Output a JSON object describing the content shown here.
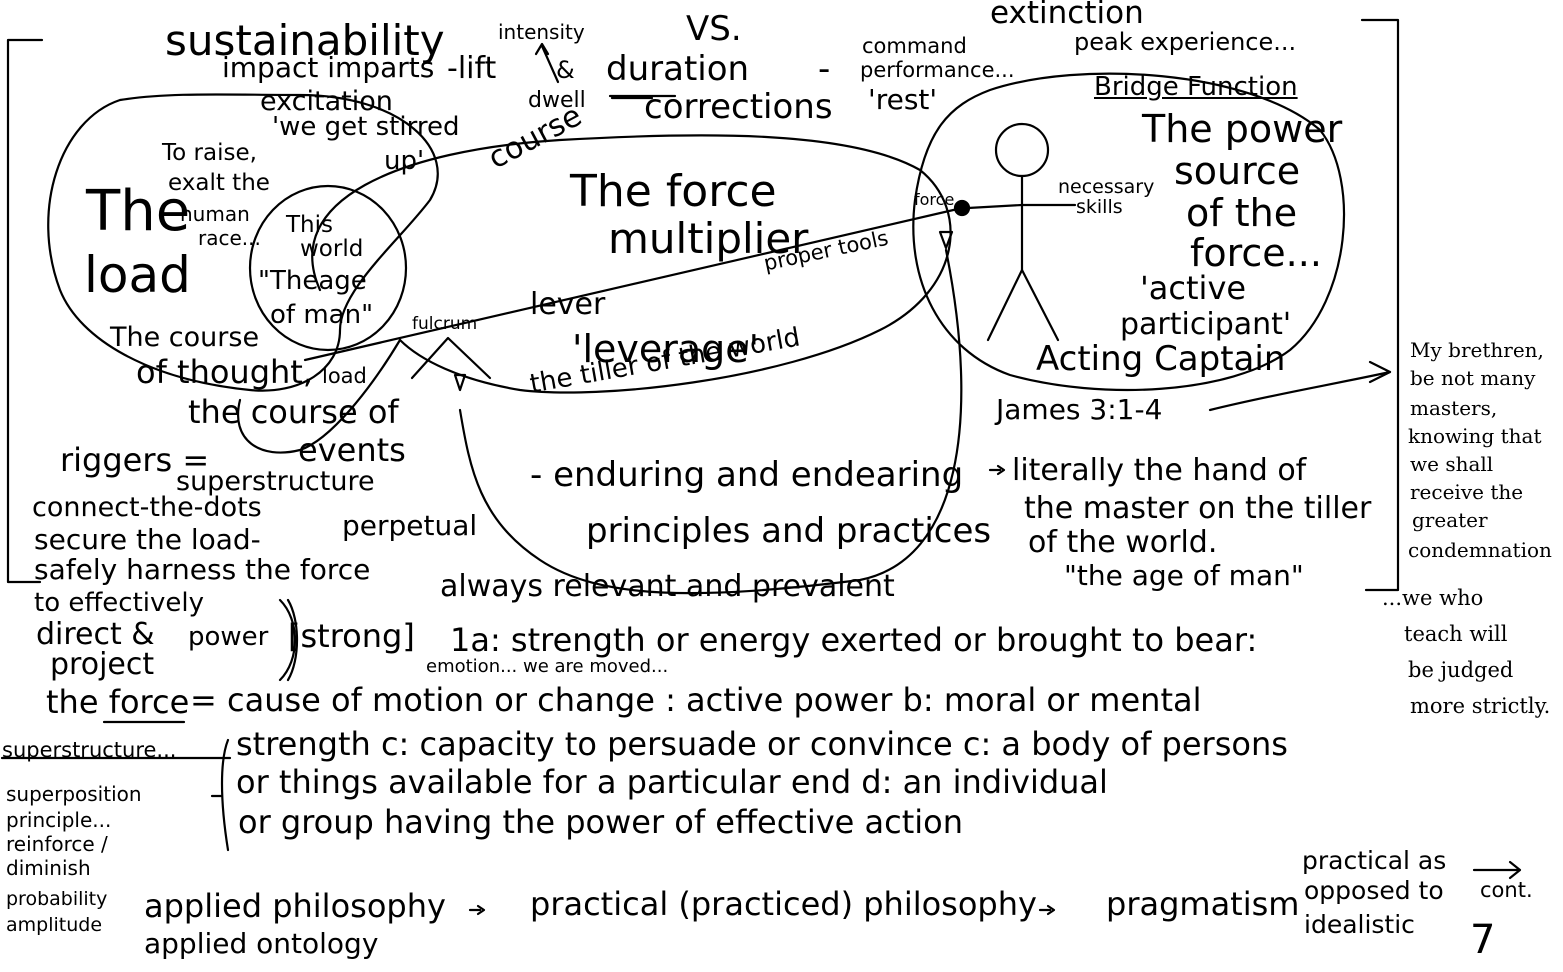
{
  "header": {
    "extinction": "extinction",
    "sustainability": "sustainability",
    "intensity": "intensity",
    "vs": "VS.",
    "command": "command",
    "peak_experience": "peak experience...",
    "performance": "performance...",
    "impact_imparts": "impact imparts",
    "lift": "-lift",
    "ampersand": "&",
    "duration": "duration",
    "dash": "-",
    "excitation": "excitation",
    "dwell": "dwell",
    "corrections": "corrections",
    "rest": "'rest'",
    "bridge_function": "Bridge Function",
    "stirred_1": "'we get stirred",
    "stirred_2": "up'"
  },
  "load_area": {
    "course": "course",
    "to_raise_1": "To raise,",
    "to_raise_2": "exalt the",
    "to_raise_3": "human",
    "to_raise_4": "race...",
    "the": "The",
    "load": "load",
    "this": "This",
    "world": "world",
    "the_age": "\"Theage",
    "of_man": "of man\"",
    "course_of_thought_1": "The course",
    "course_of_thought_2": "of thought,",
    "load_small": "load",
    "course_of_events_1": "the course of",
    "course_of_events_2": "events"
  },
  "middle": {
    "force_1": "The force",
    "force_2": "multiplier",
    "proper_tools": "proper tools",
    "force_small": "force",
    "fulcrum": "fulcrum",
    "lever": "lever",
    "leverage": "'leverage'",
    "tiller": "the tiller of the world"
  },
  "power_area": {
    "necessary_1": "necessary",
    "necessary_2": "skills",
    "power_1": "The power",
    "power_2": "source",
    "power_3": "of the",
    "power_4": "force...",
    "active_1": "'active",
    "active_2": "participant'",
    "captain": "Acting Captain",
    "james": "James 3:1-4"
  },
  "sidebar_right": [
    "My brethren,",
    "be not many",
    "masters,",
    "knowing that",
    "we shall",
    "receive the",
    "greater",
    "condemnation",
    "...we who",
    "teach will",
    "be judged",
    "more strictly."
  ],
  "lower_left": {
    "riggers": "riggers =",
    "superstructure": "superstructure",
    "connect": "connect-the-dots",
    "perpetual": "perpetual",
    "secure": "secure the load-",
    "safely": "safely harness the force",
    "effectively": "to effectively",
    "direct": "direct &",
    "power": "power",
    "project": "project"
  },
  "principles": {
    "enduring": "- enduring and endearing",
    "principles": "principles and practices",
    "always": "always relevant and prevalent",
    "literally_1": "literally the hand of",
    "literally_2": "the master on the tiller",
    "literally_3": "of the world.",
    "literally_4": "\"the age of man\""
  },
  "definition": {
    "strong": "[strong]",
    "line1": "1a: strength or energy exerted or brought to bear:",
    "emotion": "emotion... we are moved...",
    "the_force": "the force",
    "line2": "= cause of motion or change : active power b: moral or mental",
    "line3": "strength c: capacity to persuade or convince c: a body of persons",
    "line4": "or things available for a particular end d: an individual",
    "line5": "or group having the power of effective action"
  },
  "margin_left": [
    "superstructure...",
    "superposition",
    "principle...",
    "reinforce /",
    "diminish",
    "probability",
    "amplitude"
  ],
  "footer": {
    "applied": "applied philosophy",
    "practical": "practical (practiced) philosophy",
    "pragmatism": "pragmatism",
    "ontology": "applied ontology",
    "practical_as_1": "practical as",
    "practical_as_2": "opposed to",
    "practical_as_3": "idealistic",
    "cont": "cont.",
    "page_number": "7"
  }
}
